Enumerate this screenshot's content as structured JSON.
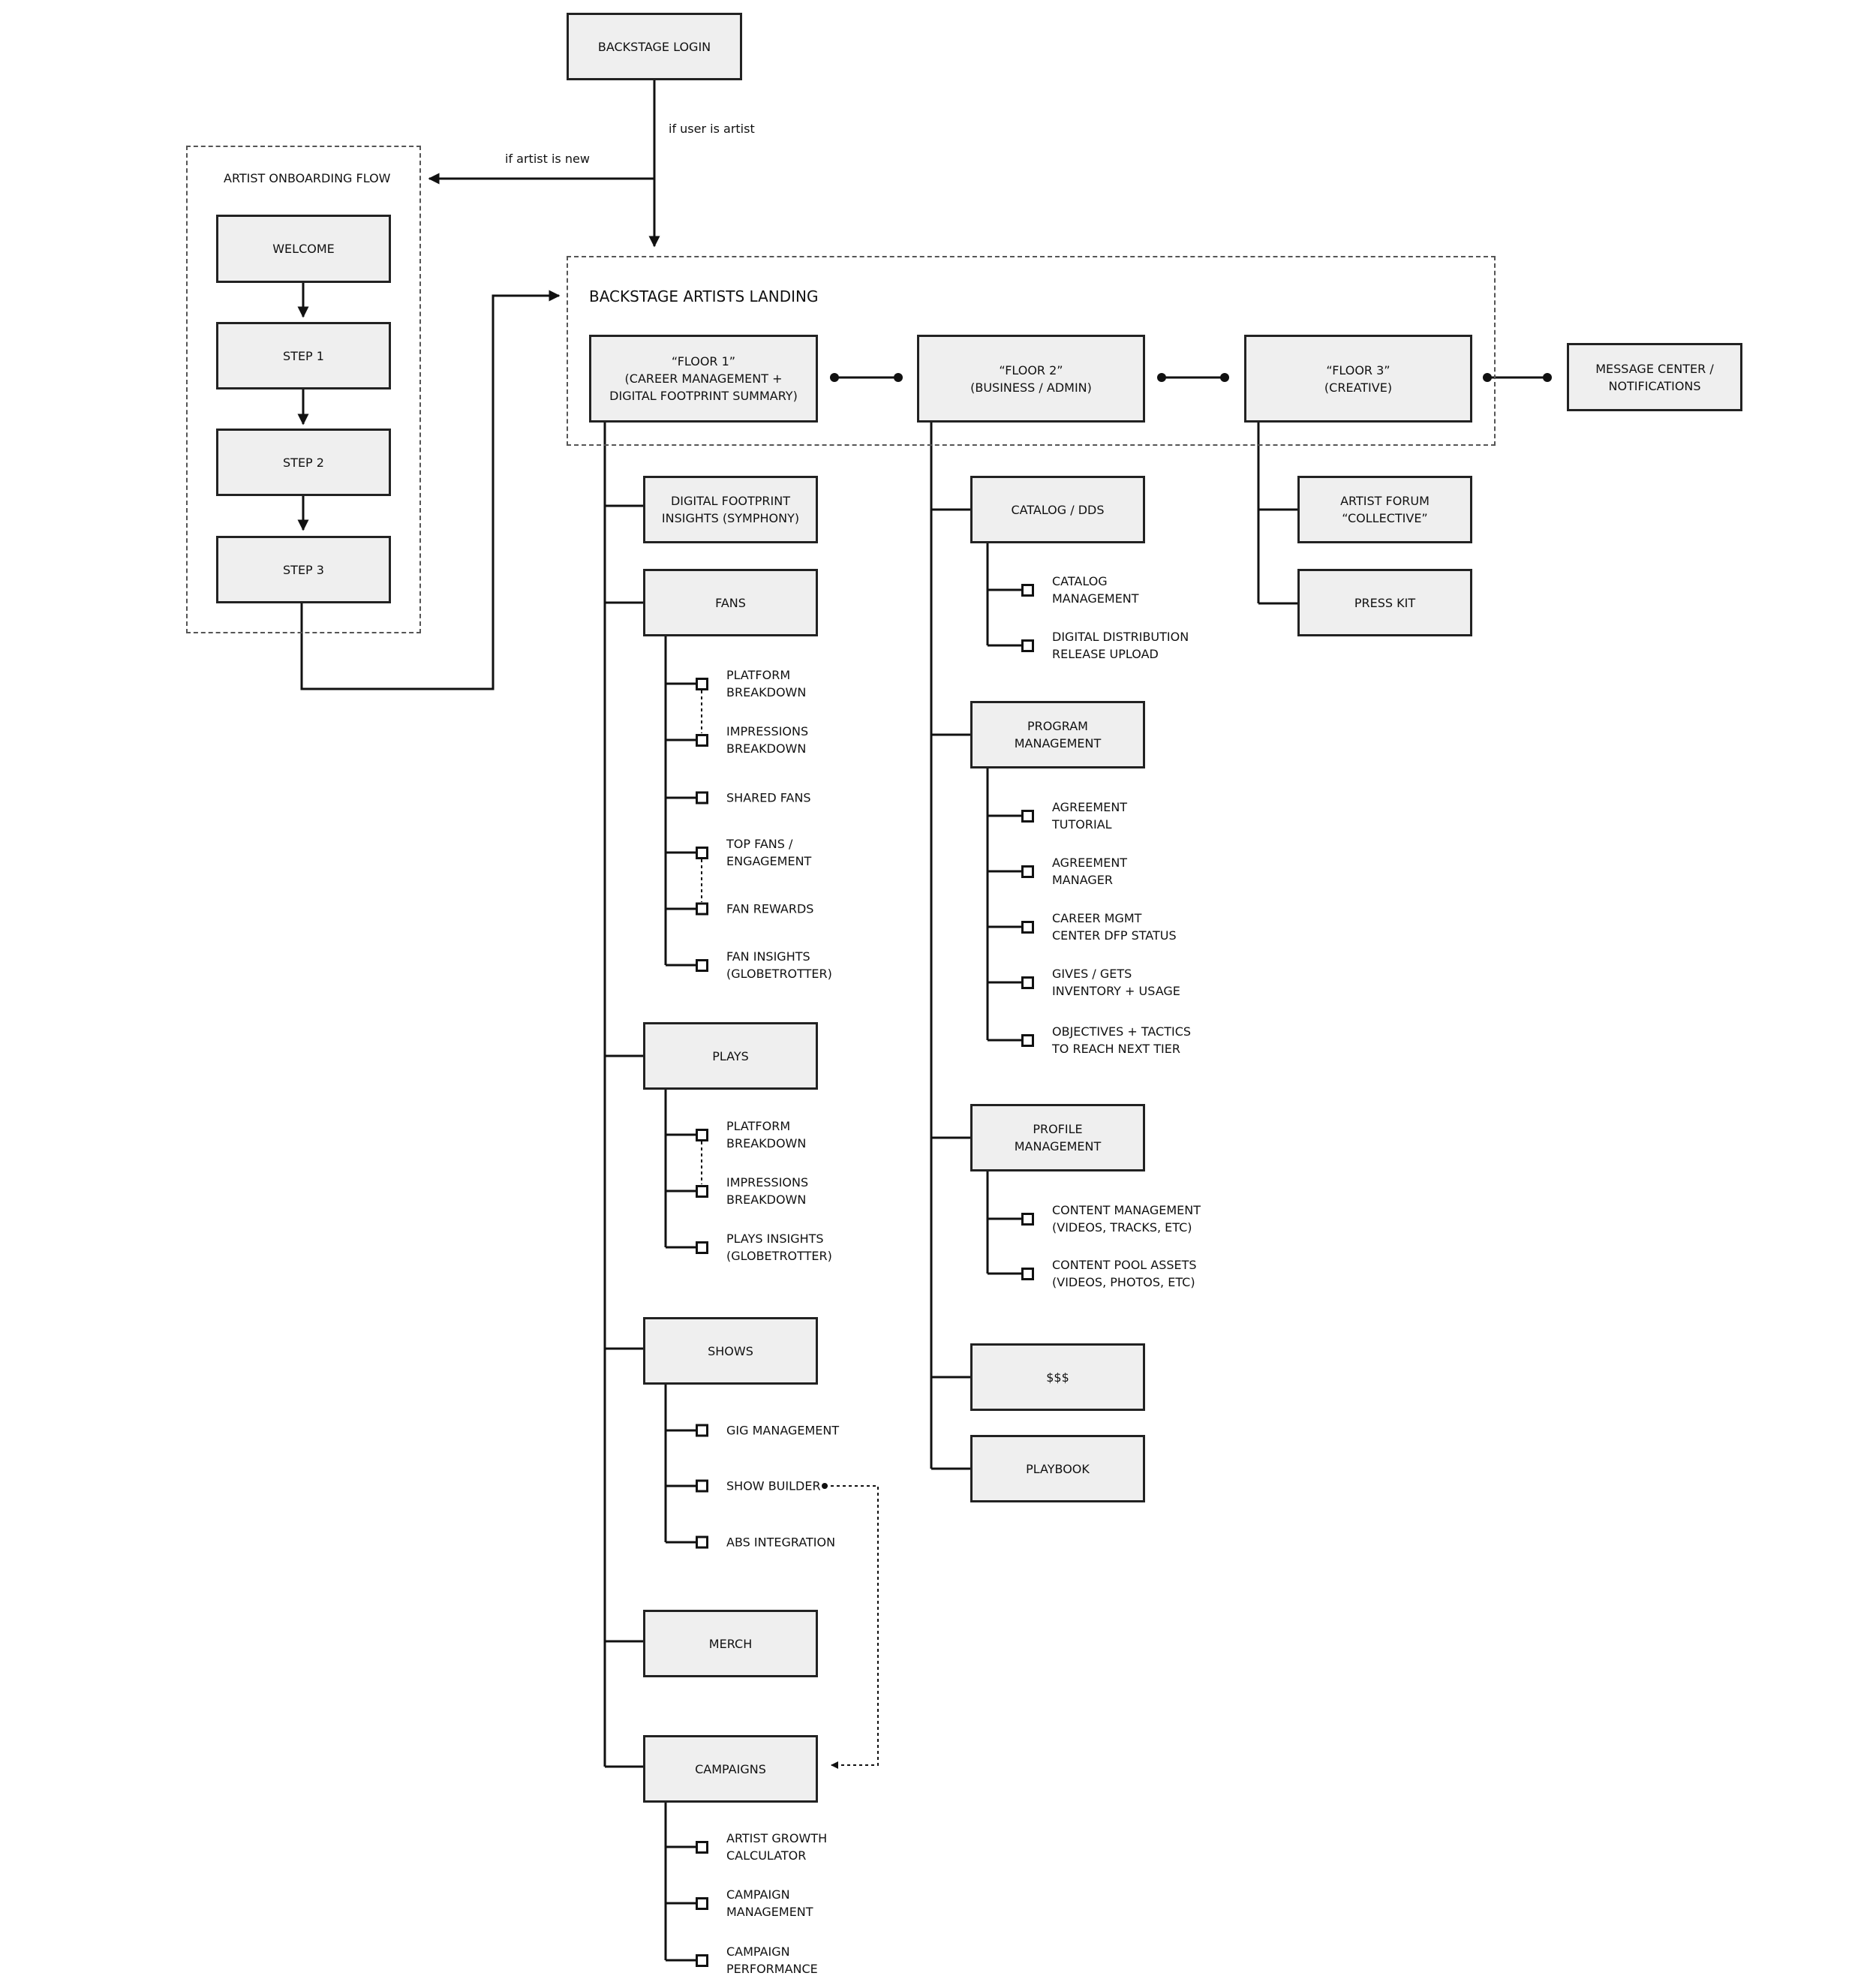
{
  "login": "BACKSTAGE LOGIN",
  "edge_user_is_artist": "if user is artist",
  "edge_artist_is_new": "if artist is new",
  "onboarding": {
    "title": "ARTIST ONBOARDING FLOW",
    "steps": [
      "WELCOME",
      "STEP 1",
      "STEP 2",
      "STEP 3"
    ]
  },
  "landing": {
    "title": "BACKSTAGE ARTISTS LANDING"
  },
  "floor1": {
    "title": "“FLOOR 1”",
    "sub1": "(CAREER MANAGEMENT +",
    "sub2": "DIGITAL FOOTPRINT SUMMARY)"
  },
  "floor2": {
    "title": "“FLOOR 2”",
    "sub": "(BUSINESS / ADMIN)"
  },
  "floor3": {
    "title": "“FLOOR 3”",
    "sub": "(CREATIVE)"
  },
  "message_center": {
    "line1": "MESSAGE CENTER /",
    "line2": "NOTIFICATIONS"
  },
  "f1": {
    "digital_footprint": {
      "l1": "DIGITAL FOOTPRINT",
      "l2": "INSIGHTS (SYMPHONY)"
    },
    "fans": {
      "title": "FANS",
      "items": [
        {
          "l1": "PLATFORM",
          "l2": "BREAKDOWN"
        },
        {
          "l1": "IMPRESSIONS",
          "l2": "BREAKDOWN"
        },
        {
          "l1": "SHARED FANS",
          "l2": ""
        },
        {
          "l1": "TOP FANS /",
          "l2": "ENGAGEMENT"
        },
        {
          "l1": "FAN REWARDS",
          "l2": ""
        },
        {
          "l1": "FAN INSIGHTS",
          "l2": "(GLOBETROTTER)"
        }
      ]
    },
    "plays": {
      "title": "PLAYS",
      "items": [
        {
          "l1": "PLATFORM",
          "l2": "BREAKDOWN"
        },
        {
          "l1": "IMPRESSIONS",
          "l2": "BREAKDOWN"
        },
        {
          "l1": "PLAYS INSIGHTS",
          "l2": "(GLOBETROTTER)"
        }
      ]
    },
    "shows": {
      "title": "SHOWS",
      "items": [
        {
          "l1": "GIG MANAGEMENT",
          "l2": ""
        },
        {
          "l1": "SHOW BUILDER",
          "l2": ""
        },
        {
          "l1": "ABS INTEGRATION",
          "l2": ""
        }
      ]
    },
    "merch": {
      "title": "MERCH"
    },
    "campaigns": {
      "title": "CAMPAIGNS",
      "items": [
        {
          "l1": "ARTIST GROWTH",
          "l2": "CALCULATOR"
        },
        {
          "l1": "CAMPAIGN",
          "l2": "MANAGEMENT"
        },
        {
          "l1": "CAMPAIGN",
          "l2": "PERFORMANCE"
        }
      ]
    }
  },
  "f2": {
    "catalog": {
      "title": "CATALOG / DDS",
      "items": [
        {
          "l1": "CATALOG",
          "l2": "MANAGEMENT"
        },
        {
          "l1": "DIGITAL DISTRIBUTION",
          "l2": "RELEASE UPLOAD"
        }
      ]
    },
    "program": {
      "l1": "PROGRAM",
      "l2": "MANAGEMENT",
      "items": [
        {
          "l1": "AGREEMENT",
          "l2": "TUTORIAL"
        },
        {
          "l1": "AGREEMENT",
          "l2": "MANAGER"
        },
        {
          "l1": "CAREER MGMT",
          "l2": "CENTER DFP STATUS"
        },
        {
          "l1": "GIVES / GETS",
          "l2": "INVENTORY + USAGE"
        },
        {
          "l1": "OBJECTIVES + TACTICS",
          "l2": "TO REACH NEXT TIER"
        }
      ]
    },
    "profile": {
      "l1": "PROFILE",
      "l2": "MANAGEMENT",
      "items": [
        {
          "l1": "CONTENT MANAGEMENT",
          "l2": "(VIDEOS, TRACKS, ETC)"
        },
        {
          "l1": "CONTENT POOL ASSETS",
          "l2": "(VIDEOS, PHOTOS, ETC)"
        }
      ]
    },
    "money": {
      "title": "$$$"
    },
    "playbook": {
      "title": "PLAYBOOK"
    }
  },
  "f3": {
    "forum": {
      "l1": "ARTIST FORUM",
      "l2": "“COLLECTIVE”"
    },
    "press": {
      "title": "PRESS KIT"
    }
  }
}
